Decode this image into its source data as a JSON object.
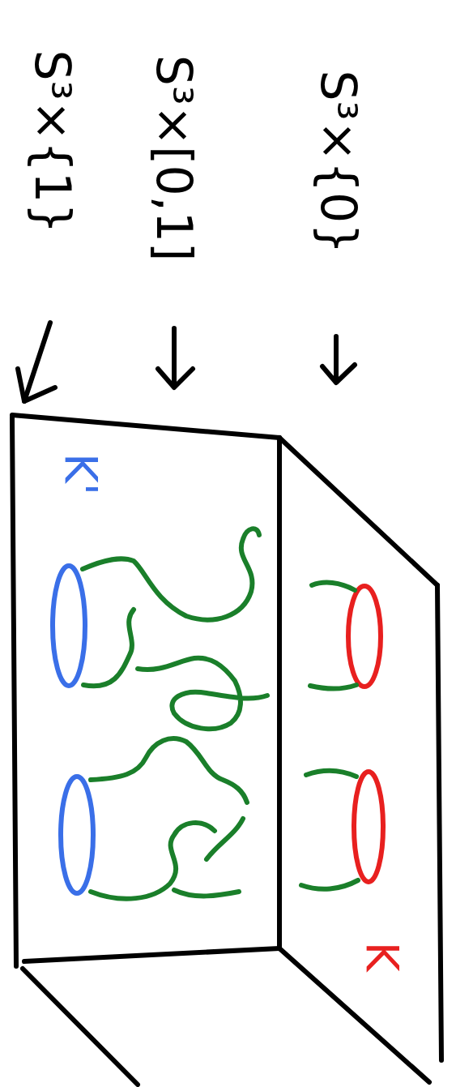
{
  "diagram": {
    "labels": [
      "S³×{0}",
      "S³×[0,1]",
      "S³×{1}",
      "K'",
      "K"
    ]
  }
}
